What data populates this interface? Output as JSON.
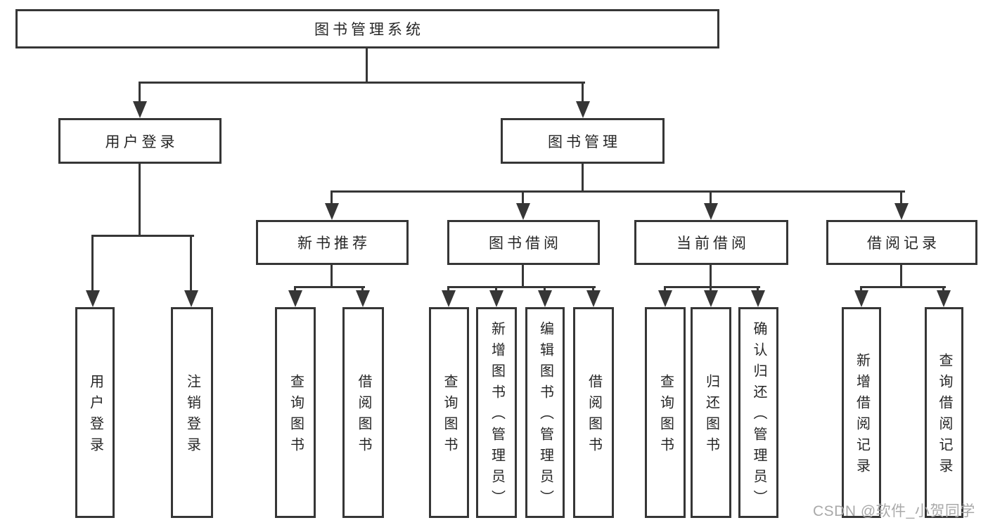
{
  "diagram_title": "图书管理系统",
  "tree": {
    "root": {
      "label": "图书管理系统"
    },
    "branches": [
      {
        "label": "用户登录",
        "children": [
          {
            "label": "用户登录"
          },
          {
            "label": "注销登录"
          }
        ]
      },
      {
        "label": "图书管理",
        "groups": [
          {
            "label": "新书推荐",
            "children": [
              {
                "label": "查询图书"
              },
              {
                "label": "借阅图书"
              }
            ]
          },
          {
            "label": "图书借阅",
            "children": [
              {
                "label": "查询图书"
              },
              {
                "label": "新增图书（管理员）"
              },
              {
                "label": "编辑图书（管理员）"
              },
              {
                "label": "借阅图书"
              }
            ]
          },
          {
            "label": "当前借阅",
            "children": [
              {
                "label": "查询图书"
              },
              {
                "label": "归还图书"
              },
              {
                "label": "确认归还（管理员）"
              }
            ]
          },
          {
            "label": "借阅记录",
            "children": [
              {
                "label": "新增借阅记录"
              },
              {
                "label": "查询借阅记录"
              }
            ]
          }
        ]
      }
    ]
  },
  "watermark": "CSDN @软件_小贺同学",
  "colors": {
    "line": "#363636",
    "text": "#262626",
    "watermark": "#a9a9a9",
    "background": "#ffffff"
  }
}
